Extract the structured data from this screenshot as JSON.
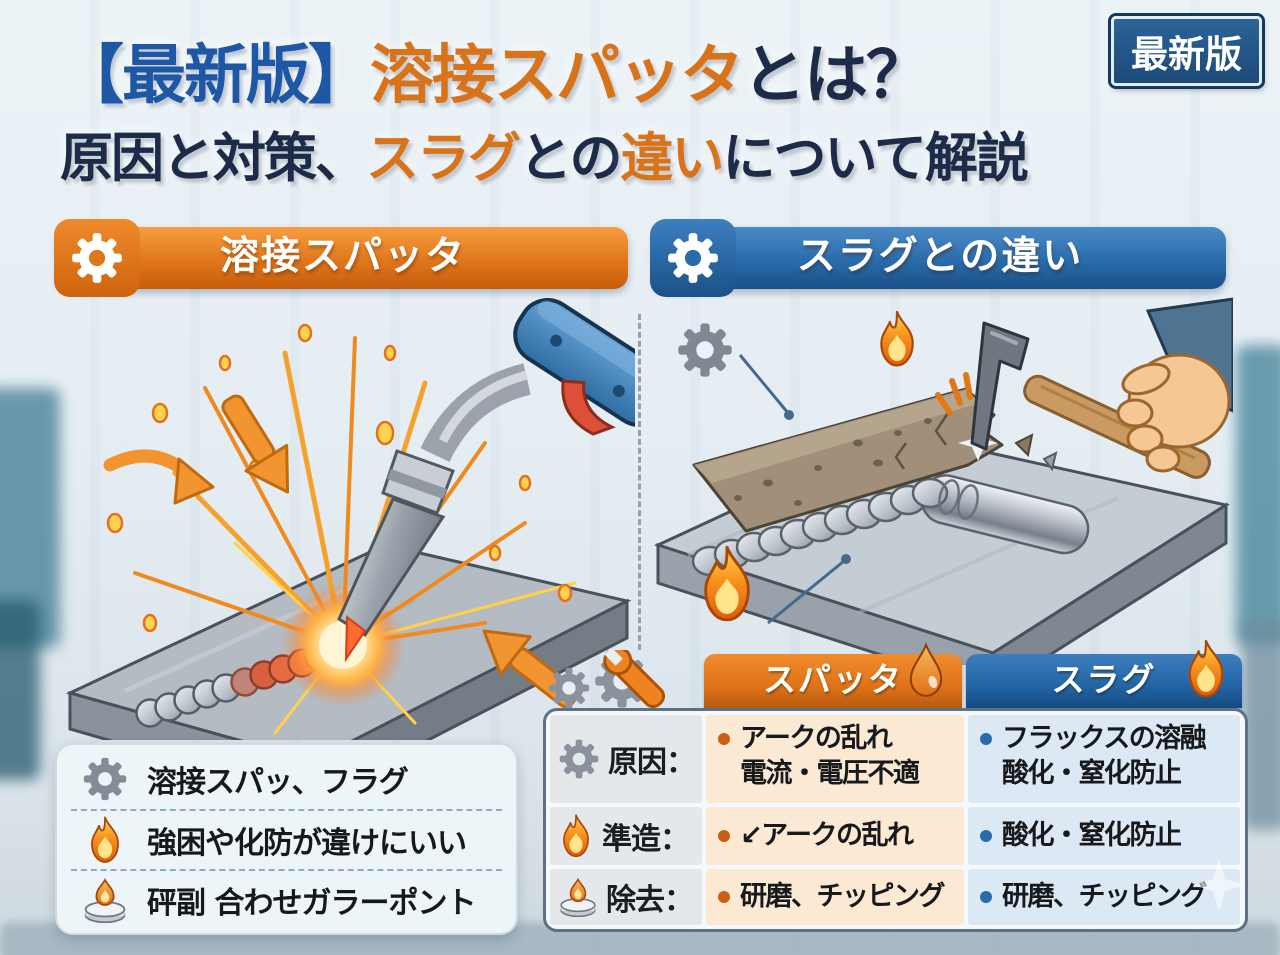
{
  "badge": {
    "label": "最新版"
  },
  "title": {
    "line1": [
      {
        "text": "【最新版】",
        "color": "#1d57a6"
      },
      {
        "text": "溶接スパッタ",
        "color": "#d9731a"
      },
      {
        "text": "とは？",
        "color": "#1d2b49"
      }
    ],
    "line2": [
      {
        "text": "原因と対策、",
        "color": "#1d2b49"
      },
      {
        "text": "スラグ",
        "color": "#d9731a"
      },
      {
        "text": "との",
        "color": "#1d2b49"
      },
      {
        "text": "違い",
        "color": "#d9731a"
      },
      {
        "text": "について解説",
        "color": "#1d2b49"
      }
    ]
  },
  "panels": {
    "left": {
      "header": "溶接スパッタ",
      "icon": "gear-icon",
      "color": "#e0761c"
    },
    "right": {
      "header": "スラグとの違い",
      "icon": "gear-icon",
      "color": "#2a6cab"
    }
  },
  "notes": {
    "items": [
      {
        "icon": "gear-icon",
        "text": "溶接スパッ、フラグ"
      },
      {
        "icon": "flame-icon",
        "text": "強困や化防が違けにいい"
      },
      {
        "icon": "candle-icon",
        "text": "砰副 合わせガラーポント"
      }
    ]
  },
  "comparison": {
    "corner_icon": "gears-wrench-icon",
    "columns": [
      {
        "label": "スパッタ",
        "icon": "droplet-icon",
        "color": "#e0761c",
        "cell_bg": "#fbe9d3"
      },
      {
        "label": "スラグ",
        "icon": "flame-icon",
        "color": "#2a6cab",
        "cell_bg": "#dce9f4"
      }
    ],
    "rows": [
      {
        "icon": "gear-icon",
        "label": "原因：",
        "spatter": [
          "アークの乱れ",
          "電流・電圧不適"
        ],
        "slag": [
          "フラックスの溶融",
          "酸化・窒化防止"
        ]
      },
      {
        "icon": "flame-icon",
        "label": "準造：",
        "spatter": [
          "↙アークの乱れ"
        ],
        "slag": [
          "酸化・窒化防止"
        ]
      },
      {
        "icon": "candle-icon",
        "label": "除去：",
        "spatter": [
          "研磨、チッピング"
        ],
        "slag": [
          "研磨、チッピング"
        ]
      }
    ]
  },
  "colors": {
    "orange": "#e0761c",
    "blue": "#2a6cab",
    "navy": "#1d2b49",
    "background": "#e6eef3"
  }
}
